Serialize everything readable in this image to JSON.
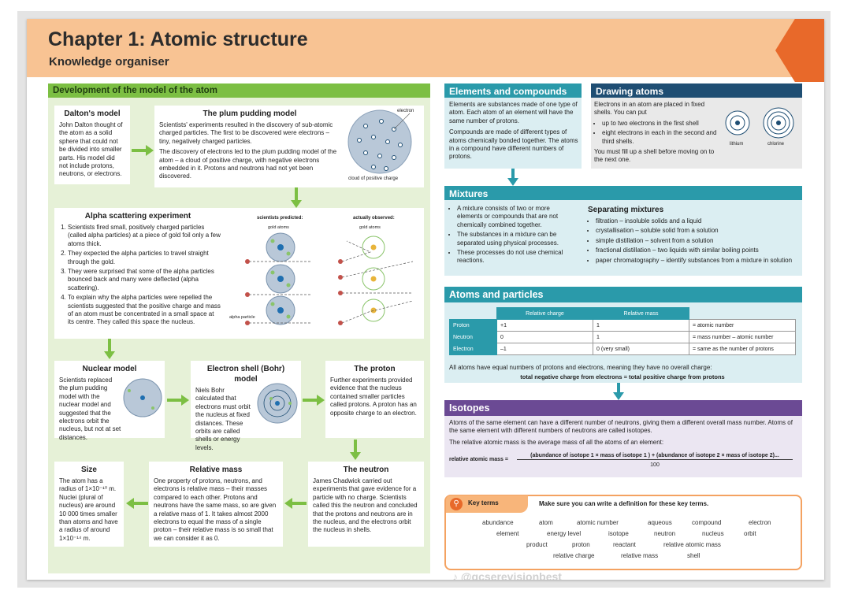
{
  "header": {
    "title": "Chapter 1: Atomic structure",
    "subtitle": "Knowledge organiser"
  },
  "development": {
    "heading": "Development of the model of the atom",
    "dalton": {
      "title": "Dalton's model",
      "text": "John Dalton thought of the atom as a solid sphere that could not be divided into smaller parts. His model did not include protons, neutrons, or electrons."
    },
    "plum": {
      "title": "The plum pudding model",
      "p1": "Scientists' experiments resulted in the discovery of sub-atomic charged particles. The first to be discovered were electrons – tiny, negatively charged particles.",
      "p2": "The discovery of electrons led to the plum pudding model of the atom – a cloud of positive charge, with negative electrons embedded in it. Protons and neutrons had not yet been discovered.",
      "label_electron": "electron",
      "label_cloud": "cloud of positive charge"
    },
    "alpha": {
      "title": "Alpha scattering experiment",
      "steps": [
        "Scientists fired small, positively charged particles (called alpha particles) at a piece of gold foil only a few atoms thick.",
        "They expected the alpha particles to travel straight through the gold.",
        "They were surprised that some of the alpha particles bounced back and many were deflected (alpha scattering).",
        "To explain why the alpha particles were repelled the scientists suggested that the positive charge and mass of an atom must be concentrated in a small space at its centre. They called this space the nucleus."
      ],
      "predicted": "scientists predicted:",
      "observed": "actually observed:",
      "gold_atoms": "gold atoms",
      "alpha_particle": "alpha particle"
    },
    "nuclear": {
      "title": "Nuclear model",
      "text": "Scientists replaced the plum pudding model with the nuclear model and suggested that the electrons orbit the nucleus, but not at set distances."
    },
    "bohr": {
      "title": "Electron shell (Bohr) model",
      "text": "Niels Bohr calculated that electrons must orbit the nucleus at fixed distances. These orbits are called shells or energy levels."
    },
    "proton": {
      "title": "The proton",
      "text": "Further experiments provided evidence that the nucleus contained smaller particles called protons. A proton has an opposite charge to an electron."
    },
    "size": {
      "title": "Size",
      "text": "The atom has a radius of 1×10⁻¹⁰ m. Nuclei (plural of nucleus) are around 10 000 times smaller than atoms and have a radius of around 1×10⁻¹⁴ m."
    },
    "relmass": {
      "title": "Relative mass",
      "text": "One property of protons, neutrons, and electrons is relative mass – their masses compared to each other. Protons and neutrons have the same mass, so are given a relative mass of 1. It takes almost 2000 electrons to equal the mass of a single proton – their relative mass is so small that we can consider it as 0."
    },
    "neutron": {
      "title": "The neutron",
      "text": "James Chadwick carried out experiments that gave evidence for a particle with no charge. Scientists called this the neutron and concluded that the protons and neutrons are in the nucleus, and the electrons orbit the nucleus in shells."
    }
  },
  "elements": {
    "heading": "Elements and compounds",
    "p1": "Elements are substances made of one type of atom. Each atom of an element will have the same number of protons.",
    "p2": "Compounds are made of different types of atoms chemically bonded together. The atoms in a compound have different numbers of protons."
  },
  "drawing": {
    "heading": "Drawing atoms",
    "intro": "Electrons in an atom are placed in fixed shells. You can put",
    "bullets": [
      "up to two electrons in the first shell",
      "eight electrons in each in the second and third shells."
    ],
    "outro": "You must fill up a shell before moving on to the next one.",
    "lithium": "lithium",
    "chlorine": "chlorine"
  },
  "mixtures": {
    "heading": "Mixtures",
    "bullets": [
      "A mixture consists of two or more elements or compounds that are not chemically combined together.",
      "The substances in a mixture can be separated using physical processes.",
      "These processes do not use chemical reactions."
    ],
    "sep_title": "Separating mixtures",
    "sep": [
      "filtration – insoluble solids and a liquid",
      "crystallisation – soluble solid from a solution",
      "simple distillation – solvent from a solution",
      "fractional distillation – two liquids with similar boiling points",
      "paper chromatography – identify substances from a mixture in solution"
    ]
  },
  "atoms": {
    "heading": "Atoms and particles",
    "col1": "Relative charge",
    "col2": "Relative mass",
    "rows": [
      {
        "name": "Proton",
        "charge": "+1",
        "mass": "1",
        "note": "= atomic number"
      },
      {
        "name": "Neutron",
        "charge": "0",
        "mass": "1",
        "note": "= mass number – atomic number"
      },
      {
        "name": "Electron",
        "charge": "–1",
        "mass": "0 (very small)",
        "note": "= same as the number of protons"
      }
    ],
    "summary": "All atoms have equal numbers of protons and electrons, meaning they have no overall charge:",
    "equation": "total negative charge from electrons = total positive charge from protons"
  },
  "isotopes": {
    "heading": "Isotopes",
    "p1": "Atoms of the same element can have a different number of neutrons, giving them a different overall mass number. Atoms of the same element with different numbers of neutrons are called isotopes.",
    "p2": "The relative atomic mass is the average mass of all the atoms of an element:",
    "formula_label": "relative atomic mass =",
    "numerator": "(abundance of isotope 1 × mass of isotope 1 ) + (abundance of isotope 2 × mass of isotope 2)...",
    "denominator": "100"
  },
  "keyterms": {
    "badge": "Key terms",
    "instruction": "Make sure you can write a definition for these key terms.",
    "terms": [
      "abundance",
      "atom",
      "atomic number",
      "aqueous",
      "compound",
      "electron",
      "element",
      "energy level",
      "isotope",
      "neutron",
      "nucleus",
      "orbit",
      "product",
      "proton",
      "reactant",
      "relative atomic mass",
      "relative charge",
      "relative mass",
      "shell"
    ]
  },
  "watermark": "♪ @gcserevisionbest",
  "colors": {
    "header": "#f8c393",
    "corner": "#e8692a",
    "green": "#7cbf43",
    "teal": "#2a9aaa",
    "navy": "#1f4e73",
    "purple": "#6b4a94"
  }
}
